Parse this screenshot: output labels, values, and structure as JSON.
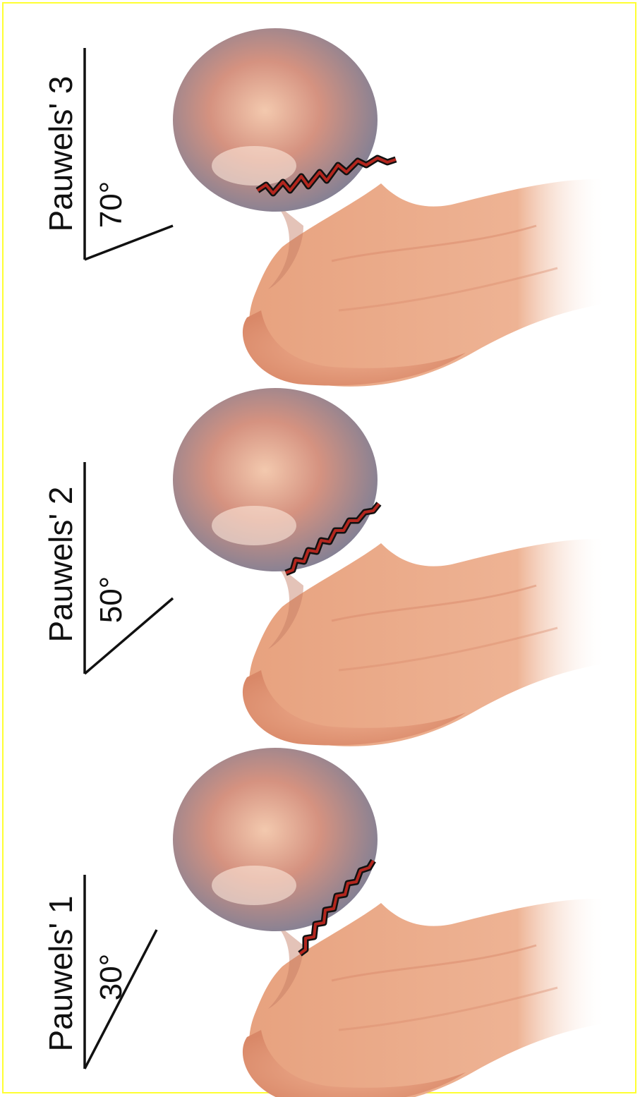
{
  "figure": {
    "panels": [
      {
        "title": "Pauwels' 3",
        "angle": "70°",
        "angle_deg": 70
      },
      {
        "title": "Pauwels' 2",
        "angle": "50°",
        "angle_deg": 50
      },
      {
        "title": "Pauwels' 1",
        "angle": "30°",
        "angle_deg": 30
      }
    ]
  },
  "colors": {
    "frame": "#ffff33",
    "bone": "#e49a78",
    "bone_shadow": "#c9735a",
    "head_tint": "#8e8ea4",
    "fracture": "#8b1a1a",
    "line": "#111111"
  }
}
